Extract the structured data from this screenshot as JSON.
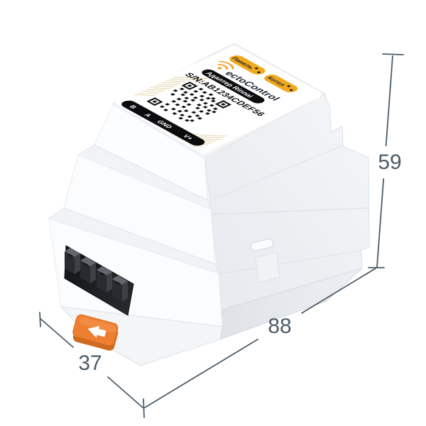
{
  "canvas": {
    "background": "#ffffff"
  },
  "device": {
    "description": "white DIN-rail adapter module, 3/4 render",
    "brand": "ectoControl",
    "model_badge": "Адаптер Rinnai",
    "serial": "S/N:AB1234CDEF56",
    "led_badges": [
      {
        "label": "Панель"
      },
      {
        "label": "Котел"
      }
    ],
    "terminals": [
      "B",
      "A",
      "GND",
      "V+"
    ],
    "icons": [
      "wifi-icon",
      "qr-code",
      "din-clip-arrow-icon"
    ],
    "colors": {
      "clip_orange": "#ee7f30",
      "badge_yellow": "#f0a91e",
      "logo_orange": "#f59b20",
      "label_stripe_gold": "#d9c289",
      "body_white": "#fbfcfd",
      "side_gray": "#e9ecf0"
    }
  },
  "dimensions": {
    "color": "#4d5c68",
    "height": "59",
    "length": "88",
    "depth": "37"
  }
}
